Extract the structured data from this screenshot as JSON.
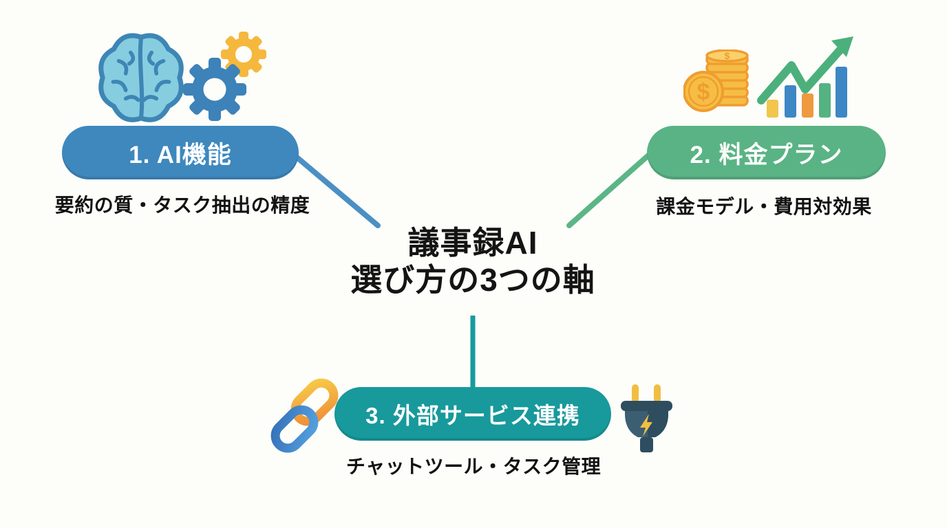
{
  "background": "#fdfdfa",
  "center": {
    "title_line1": "議事録AI",
    "title_line2": "選び方の3つの軸",
    "text_color": "#141414"
  },
  "nodes": [
    {
      "label": "1. AI機能",
      "sublabel": "要約の質・タスク抽出の精度",
      "pill_color": "#3e88be",
      "connector_color": "#4a90c4",
      "icons": [
        "brain-icon",
        "blue-gear-icon",
        "yellow-gear-icon"
      ]
    },
    {
      "label": "2. 料金プラン",
      "sublabel": "課金モデル・費用対効果",
      "pill_color": "#5ab384",
      "connector_color": "#5cb585",
      "icons": [
        "dollar-coins-icon",
        "growth-bar-chart-icon"
      ]
    },
    {
      "label": "3. 外部サービス連携",
      "sublabel": "チャットツール・タスク管理",
      "pill_color": "#18999c",
      "connector_color": "#189a9e",
      "icons": [
        "chain-link-icon",
        "power-plug-icon"
      ]
    }
  ],
  "icon_colors": {
    "brain_fill": "#87cde0",
    "brain_stroke": "#3d86b5",
    "gear_blue": "#3d82b8",
    "gear_yellow": "#f5b83d",
    "coin_fill": "#f6bd45",
    "coin_stroke": "#ef9d30",
    "coin_top": "#f9d06a",
    "bar_yellow": "#f2c54c",
    "bar_blue": "#3d87c4",
    "bar_orange": "#ee9a3f",
    "bar_green": "#55b282",
    "arrow_green": "#4cb07c",
    "link_yellow": "#f7ca47",
    "link_orange": "#ee8d38",
    "link_blue_light": "#54a0e0",
    "link_blue_dark": "#3672b8",
    "plug_body": "#3c5e72",
    "plug_dark": "#2e4d5f",
    "plug_yellow": "#f0bf42"
  }
}
